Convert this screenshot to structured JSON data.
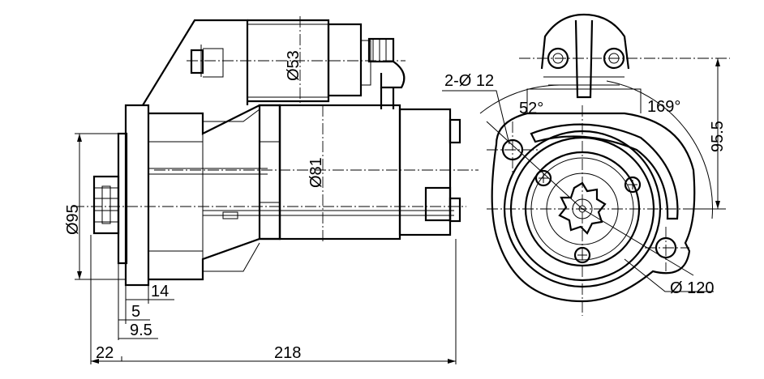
{
  "labels": {
    "d53": "Ø53",
    "d81": "Ø81",
    "d95": "Ø95",
    "d14": "14",
    "d5": "5",
    "d9_5": "9.5",
    "d22": "22",
    "d218": "218",
    "holes": "2-Ø 12",
    "angle52": "52°",
    "angle169": "169°",
    "d95_5": "95.5",
    "d120": "Ø 120"
  },
  "colors": {
    "line": "#000000",
    "background": "#ffffff"
  }
}
